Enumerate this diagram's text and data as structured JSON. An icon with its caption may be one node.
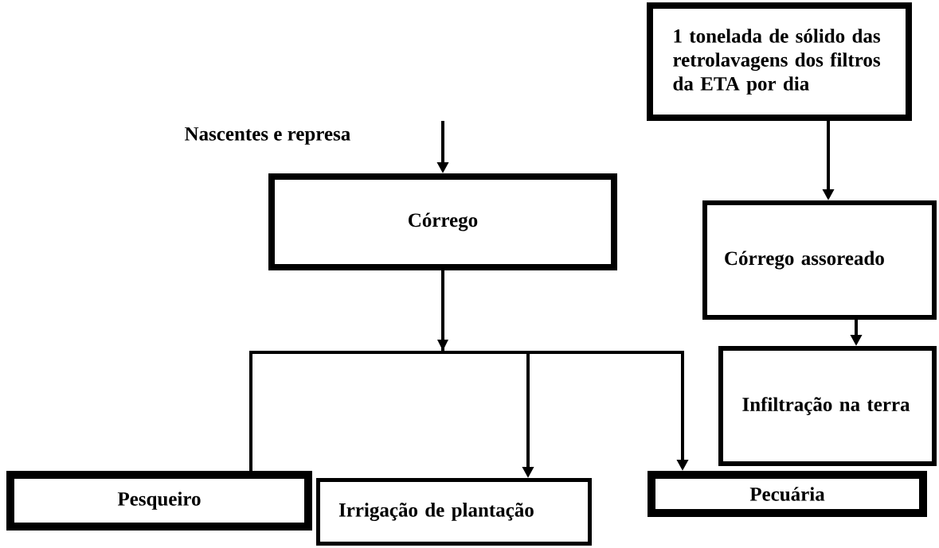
{
  "diagram": {
    "nodes": [
      {
        "text": [
          "1 tonelada de sólido das retrolavagens dos filtros da ETA por dia"
        ]
      },
      {
        "text": [
          "Córrego"
        ]
      },
      {
        "text": [
          "Córrego assoreado"
        ]
      },
      {
        "text": [
          "Infiltração na terra"
        ]
      },
      {
        "text": [
          "Pesqueiro"
        ]
      },
      {
        "text": [
          "Irrigação de plantação"
        ]
      },
      {
        "text": [
          "Pecuária"
        ]
      }
    ],
    "edges": [
      {
        "from": null,
        "to": 1,
        "arrow": "to"
      },
      {
        "from": 0,
        "to": 2,
        "arrow": "to"
      },
      {
        "from": 2,
        "to": 3,
        "arrow": "to"
      },
      {
        "from": 1,
        "to": 4,
        "arrow": "to"
      },
      {
        "from": 1,
        "to": 5,
        "arrow": "to"
      },
      {
        "from": 1,
        "to": 6,
        "arrow": "to"
      }
    ],
    "labels": [
      "Nascentes e represa"
    ]
  }
}
